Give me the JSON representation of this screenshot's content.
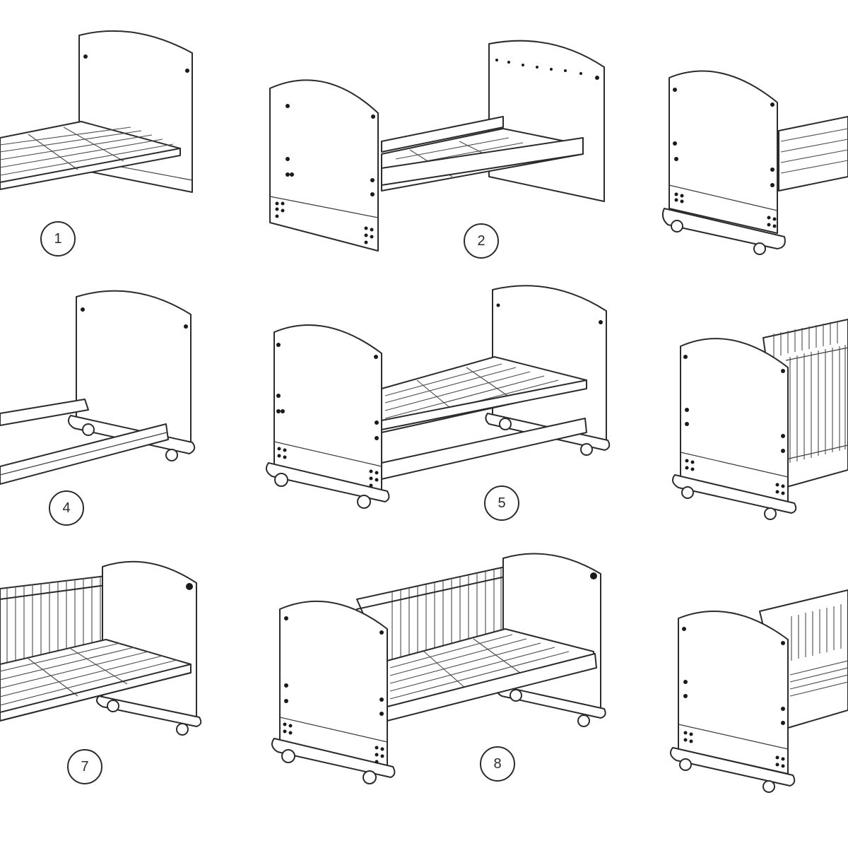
{
  "steps": [
    {
      "label": "1"
    },
    {
      "label": "2"
    },
    {
      "label": "4"
    },
    {
      "label": "5"
    },
    {
      "label": "7"
    },
    {
      "label": "8"
    }
  ],
  "colors": {
    "line": "#2b2b2b",
    "background": "#ffffff"
  }
}
